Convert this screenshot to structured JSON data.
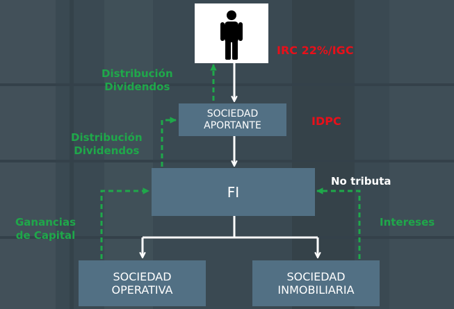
{
  "colors": {
    "background": "#3a4952",
    "box": "#527084",
    "green": "#1fa84a",
    "red": "#e8101a",
    "white": "#ffffff"
  },
  "icons": {
    "person": "person-icon"
  },
  "boxes": {
    "sociedad_aportante": [
      "SOCIEDAD",
      "APORTANTE"
    ],
    "fi": "FI",
    "sociedad_operativa": [
      "SOCIEDAD",
      "OPERATIVA"
    ],
    "sociedad_inmobiliaria": [
      "SOCIEDAD",
      "INMOBILIARIA"
    ]
  },
  "labels": {
    "irc": "IRC 22%/IGC",
    "idpc": "IDPC",
    "no_tributa": "No tributa",
    "distribucion_1": [
      "Distribución",
      "Dividendos"
    ],
    "distribucion_2": [
      "Distribución",
      "Dividendos"
    ],
    "ganancias": [
      "Ganancias",
      "de Capital"
    ],
    "intereses": "Intereses"
  }
}
